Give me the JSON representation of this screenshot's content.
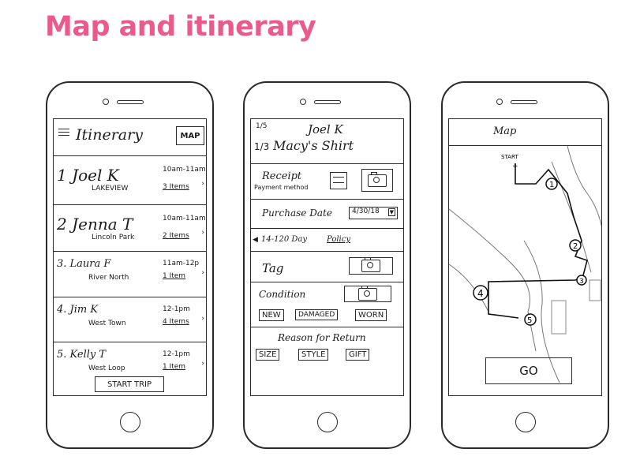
{
  "title": "Map and itinerary",
  "itinerary": {
    "menu_icon": "hamburger-menu-icon",
    "header": "Itinerary",
    "map_button": "MAP",
    "stops": [
      {
        "num": "1",
        "name": "Joel K",
        "area": "LAKEVIEW",
        "time": "10am-11am",
        "items": "3 Items"
      },
      {
        "num": "2",
        "name": "Jenna T",
        "area": "Lincoln Park",
        "time": "10am-11am",
        "items": "2 Items"
      },
      {
        "num": "3.",
        "name": "Laura F",
        "area": "River North",
        "time": "11am-12p",
        "items": "1 Item"
      },
      {
        "num": "4.",
        "name": "Jim K",
        "area": "West Town",
        "time": "12-1pm",
        "items": "4 Items"
      },
      {
        "num": "5.",
        "name": "Kelly T",
        "area": "West Loop",
        "time": "12-1pm",
        "items": "1 Item"
      }
    ],
    "start_button": "START TRIP"
  },
  "detail": {
    "counter_top": "1/5",
    "customer": "Joel K",
    "counter_item": "1/3",
    "item_name": "Macy's Shirt",
    "receipt_label": "Receipt",
    "receipt_sub": "Payment method",
    "purchase_label": "Purchase Date",
    "purchase_date": "4/30/18",
    "policy_prefix": "14-120 Day",
    "policy_link": "Policy",
    "tag_label": "Tag",
    "condition_label": "Condition",
    "condition_options": [
      "NEW",
      "DAMAGED",
      "WORN"
    ],
    "reason_label": "Reason for Return",
    "reason_options": [
      "SIZE",
      "STYLE",
      "GIFT"
    ]
  },
  "map": {
    "header": "Map",
    "start_label": "START",
    "markers": [
      "1",
      "2",
      "3",
      "4",
      "5"
    ],
    "go_button": "GO"
  }
}
